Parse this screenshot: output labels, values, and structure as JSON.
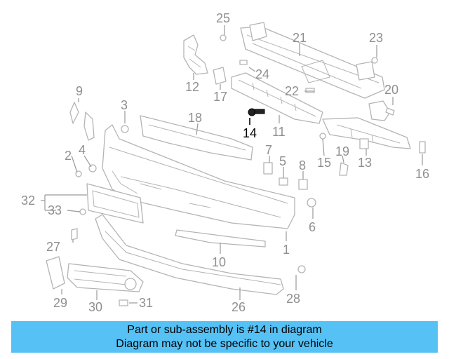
{
  "diagram": {
    "callouts": [
      "1",
      "2",
      "3",
      "4",
      "5",
      "6",
      "7",
      "8",
      "9",
      "10",
      "11",
      "12",
      "13",
      "14",
      "15",
      "16",
      "17",
      "18",
      "19",
      "20",
      "21",
      "22",
      "23",
      "24",
      "25",
      "26",
      "27",
      "28",
      "29",
      "30",
      "31",
      "32",
      "33"
    ],
    "highlighted": "14",
    "colors": {
      "highlight": "#000000",
      "callout": "#8f8f8f",
      "line": "#b4b4b4"
    }
  },
  "banner": {
    "line1": "Part or sub-assembly is #14 in diagram",
    "line2": "Diagram may not be specific to your vehicle",
    "background": "#55c1f5"
  }
}
